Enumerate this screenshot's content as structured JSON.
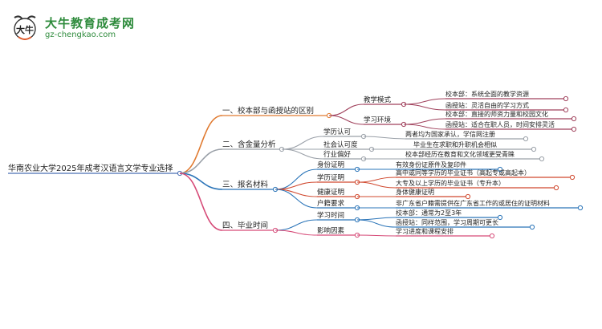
{
  "logo": {
    "title": "大牛教育成考网",
    "url": "gz-chengkao.com",
    "mark_char": "大牛",
    "mark_icon": "bull-logo-icon"
  },
  "root": {
    "label": "华南农业大学2025年成考汉语言文学专业选择",
    "color": "#4a6fb3"
  },
  "branches": [
    {
      "label": "一、校本部与函授站的区别",
      "color": "#e07a30",
      "children": [
        {
          "label": "教学模式",
          "color": "#a0415c",
          "children": [
            {
              "label": "校本部：系统全面的教学资源"
            },
            {
              "label": "函授站：灵活自由的学习方式"
            }
          ]
        },
        {
          "label": "学习环境",
          "color": "#a0415c",
          "children": [
            {
              "label": "校本部：直接的师资力量和校园文化"
            },
            {
              "label": "函授站：适合在职人员，时间安排灵活"
            }
          ]
        }
      ]
    },
    {
      "label": "二、含金量分析",
      "color": "#9aa0a8",
      "children": [
        {
          "label": "学历认可",
          "color": "#9aa0a8",
          "children": [
            {
              "label": "两者均为国家承认，学信网注册"
            }
          ]
        },
        {
          "label": "社会认可度",
          "color": "#9aa0a8",
          "children": [
            {
              "label": "毕业生在求职和升职机会相似"
            }
          ]
        },
        {
          "label": "行业偏好",
          "color": "#9aa0a8",
          "children": [
            {
              "label": "校本部经历在教育和文化领域更受青睐"
            }
          ]
        }
      ]
    },
    {
      "label": "三、报名材料",
      "color": "#2a74b8",
      "children": [
        {
          "label": "身份证明",
          "color": "#2a74b8",
          "children": [
            {
              "label": "有效身份证原件及复印件"
            }
          ]
        },
        {
          "label": "学历证明",
          "color": "#d0482e",
          "children": [
            {
              "label": "高中或同等学历的毕业证书（高起专或高起本）"
            },
            {
              "label": "大专及以上学历的毕业证书（专升本）"
            }
          ]
        },
        {
          "label": "健康证明",
          "color": "#d0482e",
          "children": [
            {
              "label": "身体健康证明"
            }
          ]
        },
        {
          "label": "户籍要求",
          "color": "#2a74b8",
          "children": [
            {
              "label": "非广东省户籍需提供在广东省工作的或居住的证明材料"
            }
          ]
        }
      ]
    },
    {
      "label": "四、毕业时间",
      "color": "#d64b78",
      "children": [
        {
          "label": "学习时间",
          "color": "#2a74b8",
          "children": [
            {
              "label": "校本部：通常为2至3年"
            },
            {
              "label": "函授站：同样范围，学习周期可更长"
            }
          ]
        },
        {
          "label": "影响因素",
          "color": "#d64b78",
          "children": [
            {
              "label": "学习进度和课程安排"
            }
          ]
        }
      ]
    }
  ]
}
